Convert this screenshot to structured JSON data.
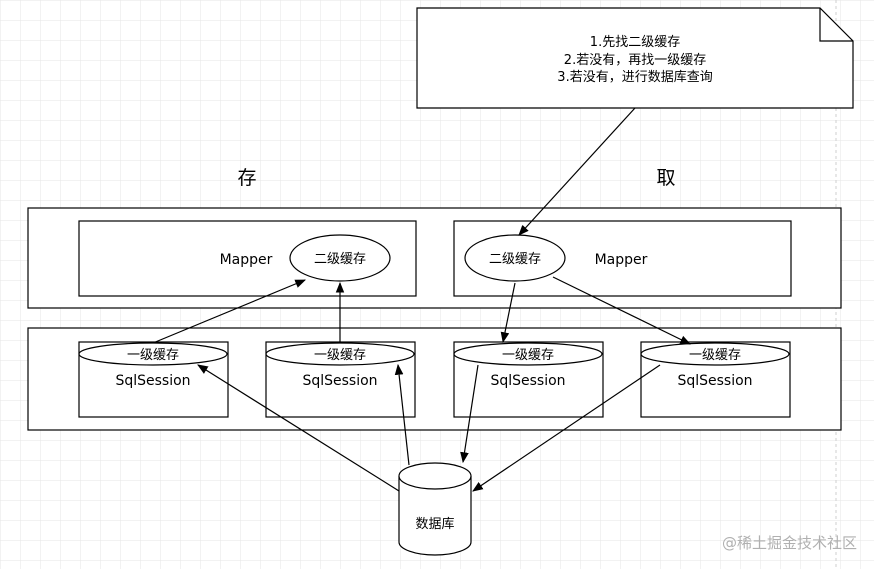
{
  "note": {
    "lines": [
      "1.先找二级缓存",
      "2.若没有，再找一级缓存",
      "3.若没有，进行数据库查询"
    ]
  },
  "labels": {
    "store": "存",
    "fetch": "取"
  },
  "mappers": [
    {
      "label": "Mapper",
      "cache": "二级缓存"
    },
    {
      "label": "Mapper",
      "cache": "二级缓存"
    }
  ],
  "sessions": [
    {
      "cache": "一级缓存",
      "label": "SqlSession"
    },
    {
      "cache": "一级缓存",
      "label": "SqlSession"
    },
    {
      "cache": "一级缓存",
      "label": "SqlSession"
    },
    {
      "cache": "一级缓存",
      "label": "SqlSession"
    }
  ],
  "database": {
    "label": "数据库"
  },
  "watermark": "@稀土掘金技术社区",
  "colors": {
    "stroke": "#000000",
    "grid": "#e3e3e3",
    "background": "#ffffff",
    "watermark": "#b0b0b0"
  }
}
